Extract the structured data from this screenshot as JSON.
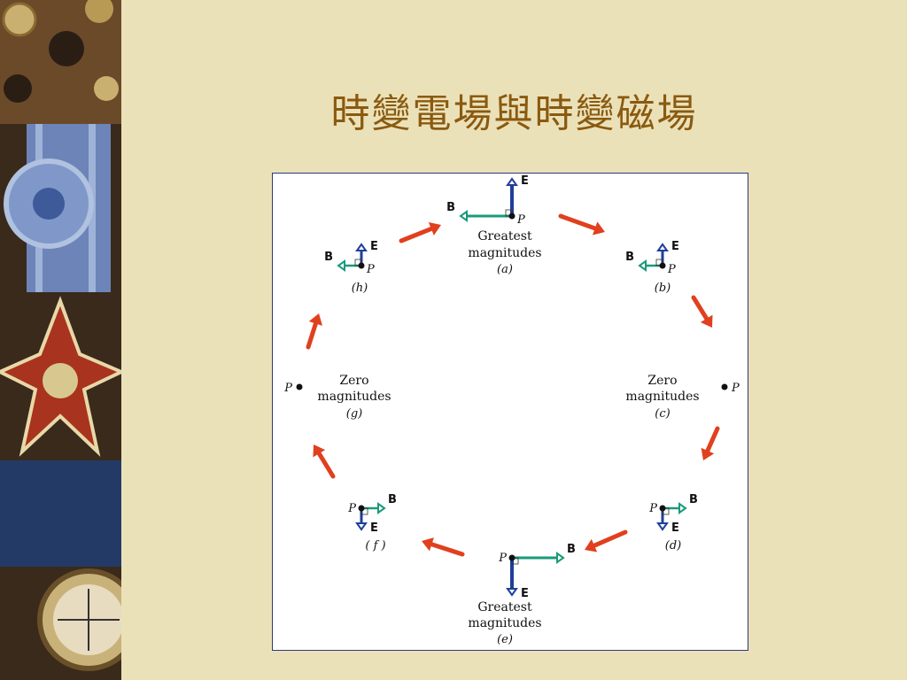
{
  "slide": {
    "title": "時變電場與時變磁場",
    "title_color": "#8a5a10",
    "background": "#ebe1b9"
  },
  "diagram": {
    "border_color": "#2b3a7a",
    "e_color": "#1f3f9a",
    "b_color": "#1a9a7a",
    "arrow_color": "#e0401e",
    "point_label": "P",
    "e_label": "E",
    "b_label": "B",
    "states": [
      {
        "id": "a",
        "caption_lines": [
          "Greatest",
          "magnitudes"
        ],
        "tag": "(a)",
        "e_dir": "up",
        "b_dir": "left",
        "size": "large"
      },
      {
        "id": "b",
        "caption_lines": [],
        "tag": "(b)",
        "e_dir": "up",
        "b_dir": "left",
        "size": "small"
      },
      {
        "id": "c",
        "caption_lines": [
          "Zero",
          "magnitudes"
        ],
        "tag": "(c)",
        "e_dir": "none",
        "b_dir": "none",
        "size": "none"
      },
      {
        "id": "d",
        "caption_lines": [],
        "tag": "(d)",
        "e_dir": "down",
        "b_dir": "right",
        "size": "small"
      },
      {
        "id": "e",
        "caption_lines": [
          "Greatest",
          "magnitudes"
        ],
        "tag": "(e)",
        "e_dir": "down",
        "b_dir": "right",
        "size": "large"
      },
      {
        "id": "f",
        "caption_lines": [],
        "tag": "( f )",
        "e_dir": "down",
        "b_dir": "right",
        "size": "small"
      },
      {
        "id": "g",
        "caption_lines": [
          "Zero",
          "magnitudes"
        ],
        "tag": "(g)",
        "e_dir": "none",
        "b_dir": "none",
        "size": "none"
      },
      {
        "id": "h",
        "caption_lines": [],
        "tag": "(h)",
        "e_dir": "up",
        "b_dir": "left",
        "size": "small"
      }
    ]
  }
}
